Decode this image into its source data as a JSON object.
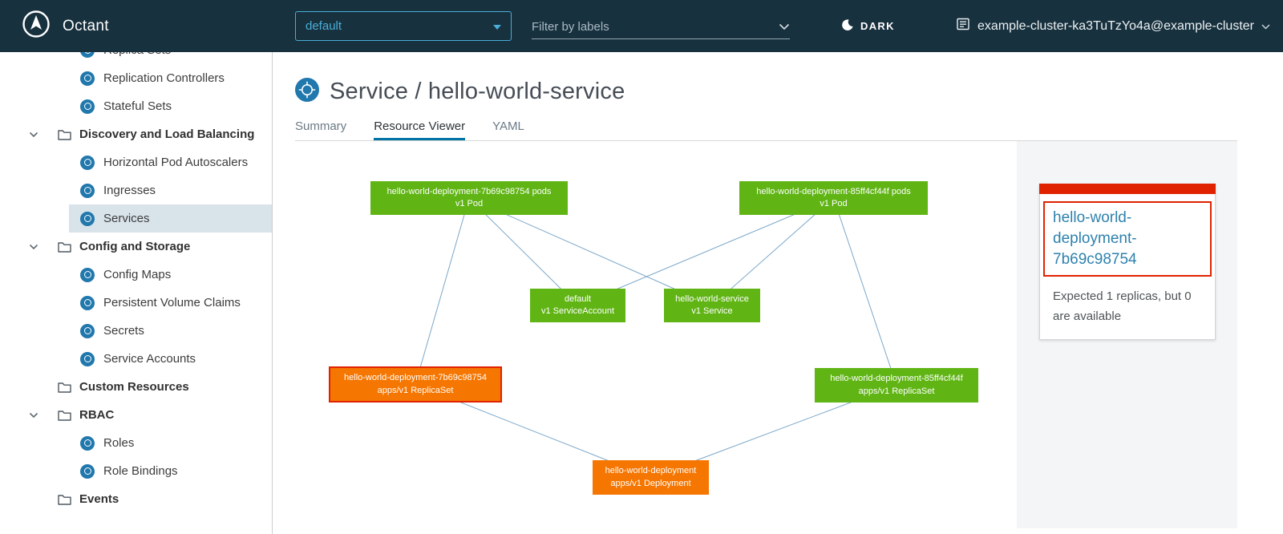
{
  "colors": {
    "accent": "#0072a3",
    "node_ok": "#60b515",
    "node_warn": "#f57600",
    "alert": "#e12200",
    "edge": "#7ba7c9",
    "selected_title": "#2e81ad"
  },
  "header": {
    "app_name": "Octant",
    "namespace": "default",
    "filter_placeholder": "Filter by labels",
    "theme_toggle": "DARK",
    "context": "example-cluster-ka3TuTzYo4a@example-cluster"
  },
  "sidebar": {
    "items": [
      {
        "label": "Replica Sets",
        "type": "leaf"
      },
      {
        "label": "Replication Controllers",
        "type": "leaf"
      },
      {
        "label": "Stateful Sets",
        "type": "leaf"
      },
      {
        "label": "Discovery and Load Balancing",
        "type": "group"
      },
      {
        "label": "Horizontal Pod Autoscalers",
        "type": "leaf"
      },
      {
        "label": "Ingresses",
        "type": "leaf"
      },
      {
        "label": "Services",
        "type": "leaf",
        "selected": true
      },
      {
        "label": "Config and Storage",
        "type": "group"
      },
      {
        "label": "Config Maps",
        "type": "leaf"
      },
      {
        "label": "Persistent Volume Claims",
        "type": "leaf"
      },
      {
        "label": "Secrets",
        "type": "leaf"
      },
      {
        "label": "Service Accounts",
        "type": "leaf"
      },
      {
        "label": "Custom Resources",
        "type": "folder"
      },
      {
        "label": "RBAC",
        "type": "group"
      },
      {
        "label": "Roles",
        "type": "leaf"
      },
      {
        "label": "Role Bindings",
        "type": "leaf"
      },
      {
        "label": "Events",
        "type": "folder"
      }
    ]
  },
  "main": {
    "title": "Service / hello-world-service",
    "tabs": [
      {
        "label": "Summary",
        "active": false
      },
      {
        "label": "Resource Viewer",
        "active": true
      },
      {
        "label": "YAML",
        "active": false
      }
    ]
  },
  "graph": {
    "nodes": [
      {
        "id": "pod-7b69c98754",
        "line1": "hello-world-deployment-7b69c98754 pods",
        "line2": "v1 Pod",
        "status": "ok"
      },
      {
        "id": "pod-85ff4cf44f",
        "line1": "hello-world-deployment-85ff4cf44f pods",
        "line2": "v1 Pod",
        "status": "ok"
      },
      {
        "id": "serviceaccount-default",
        "line1": "default",
        "line2": "v1 ServiceAccount",
        "status": "ok"
      },
      {
        "id": "service-hello-world",
        "line1": "hello-world-service",
        "line2": "v1 Service",
        "status": "ok"
      },
      {
        "id": "replicaset-7b69c98754",
        "line1": "hello-world-deployment-7b69c98754",
        "line2": "apps/v1 ReplicaSet",
        "status": "warn",
        "selected": true
      },
      {
        "id": "replicaset-85ff4cf44f",
        "line1": "hello-world-deployment-85ff4cf44f",
        "line2": "apps/v1 ReplicaSet",
        "status": "ok"
      },
      {
        "id": "deployment-hello-world",
        "line1": "hello-world-deployment",
        "line2": "apps/v1 Deployment",
        "status": "warn"
      }
    ],
    "edges": [
      [
        "pod-7b69c98754",
        "serviceaccount-default"
      ],
      [
        "pod-7b69c98754",
        "service-hello-world"
      ],
      [
        "pod-85ff4cf44f",
        "serviceaccount-default"
      ],
      [
        "pod-85ff4cf44f",
        "service-hello-world"
      ],
      [
        "pod-7b69c98754",
        "replicaset-7b69c98754"
      ],
      [
        "pod-85ff4cf44f",
        "replicaset-85ff4cf44f"
      ],
      [
        "replicaset-7b69c98754",
        "deployment-hello-world"
      ],
      [
        "replicaset-85ff4cf44f",
        "deployment-hello-world"
      ]
    ]
  },
  "detail_panel": {
    "title": "hello-world-deployment-7b69c98754",
    "message": "Expected 1 replicas, but 0 are available"
  }
}
